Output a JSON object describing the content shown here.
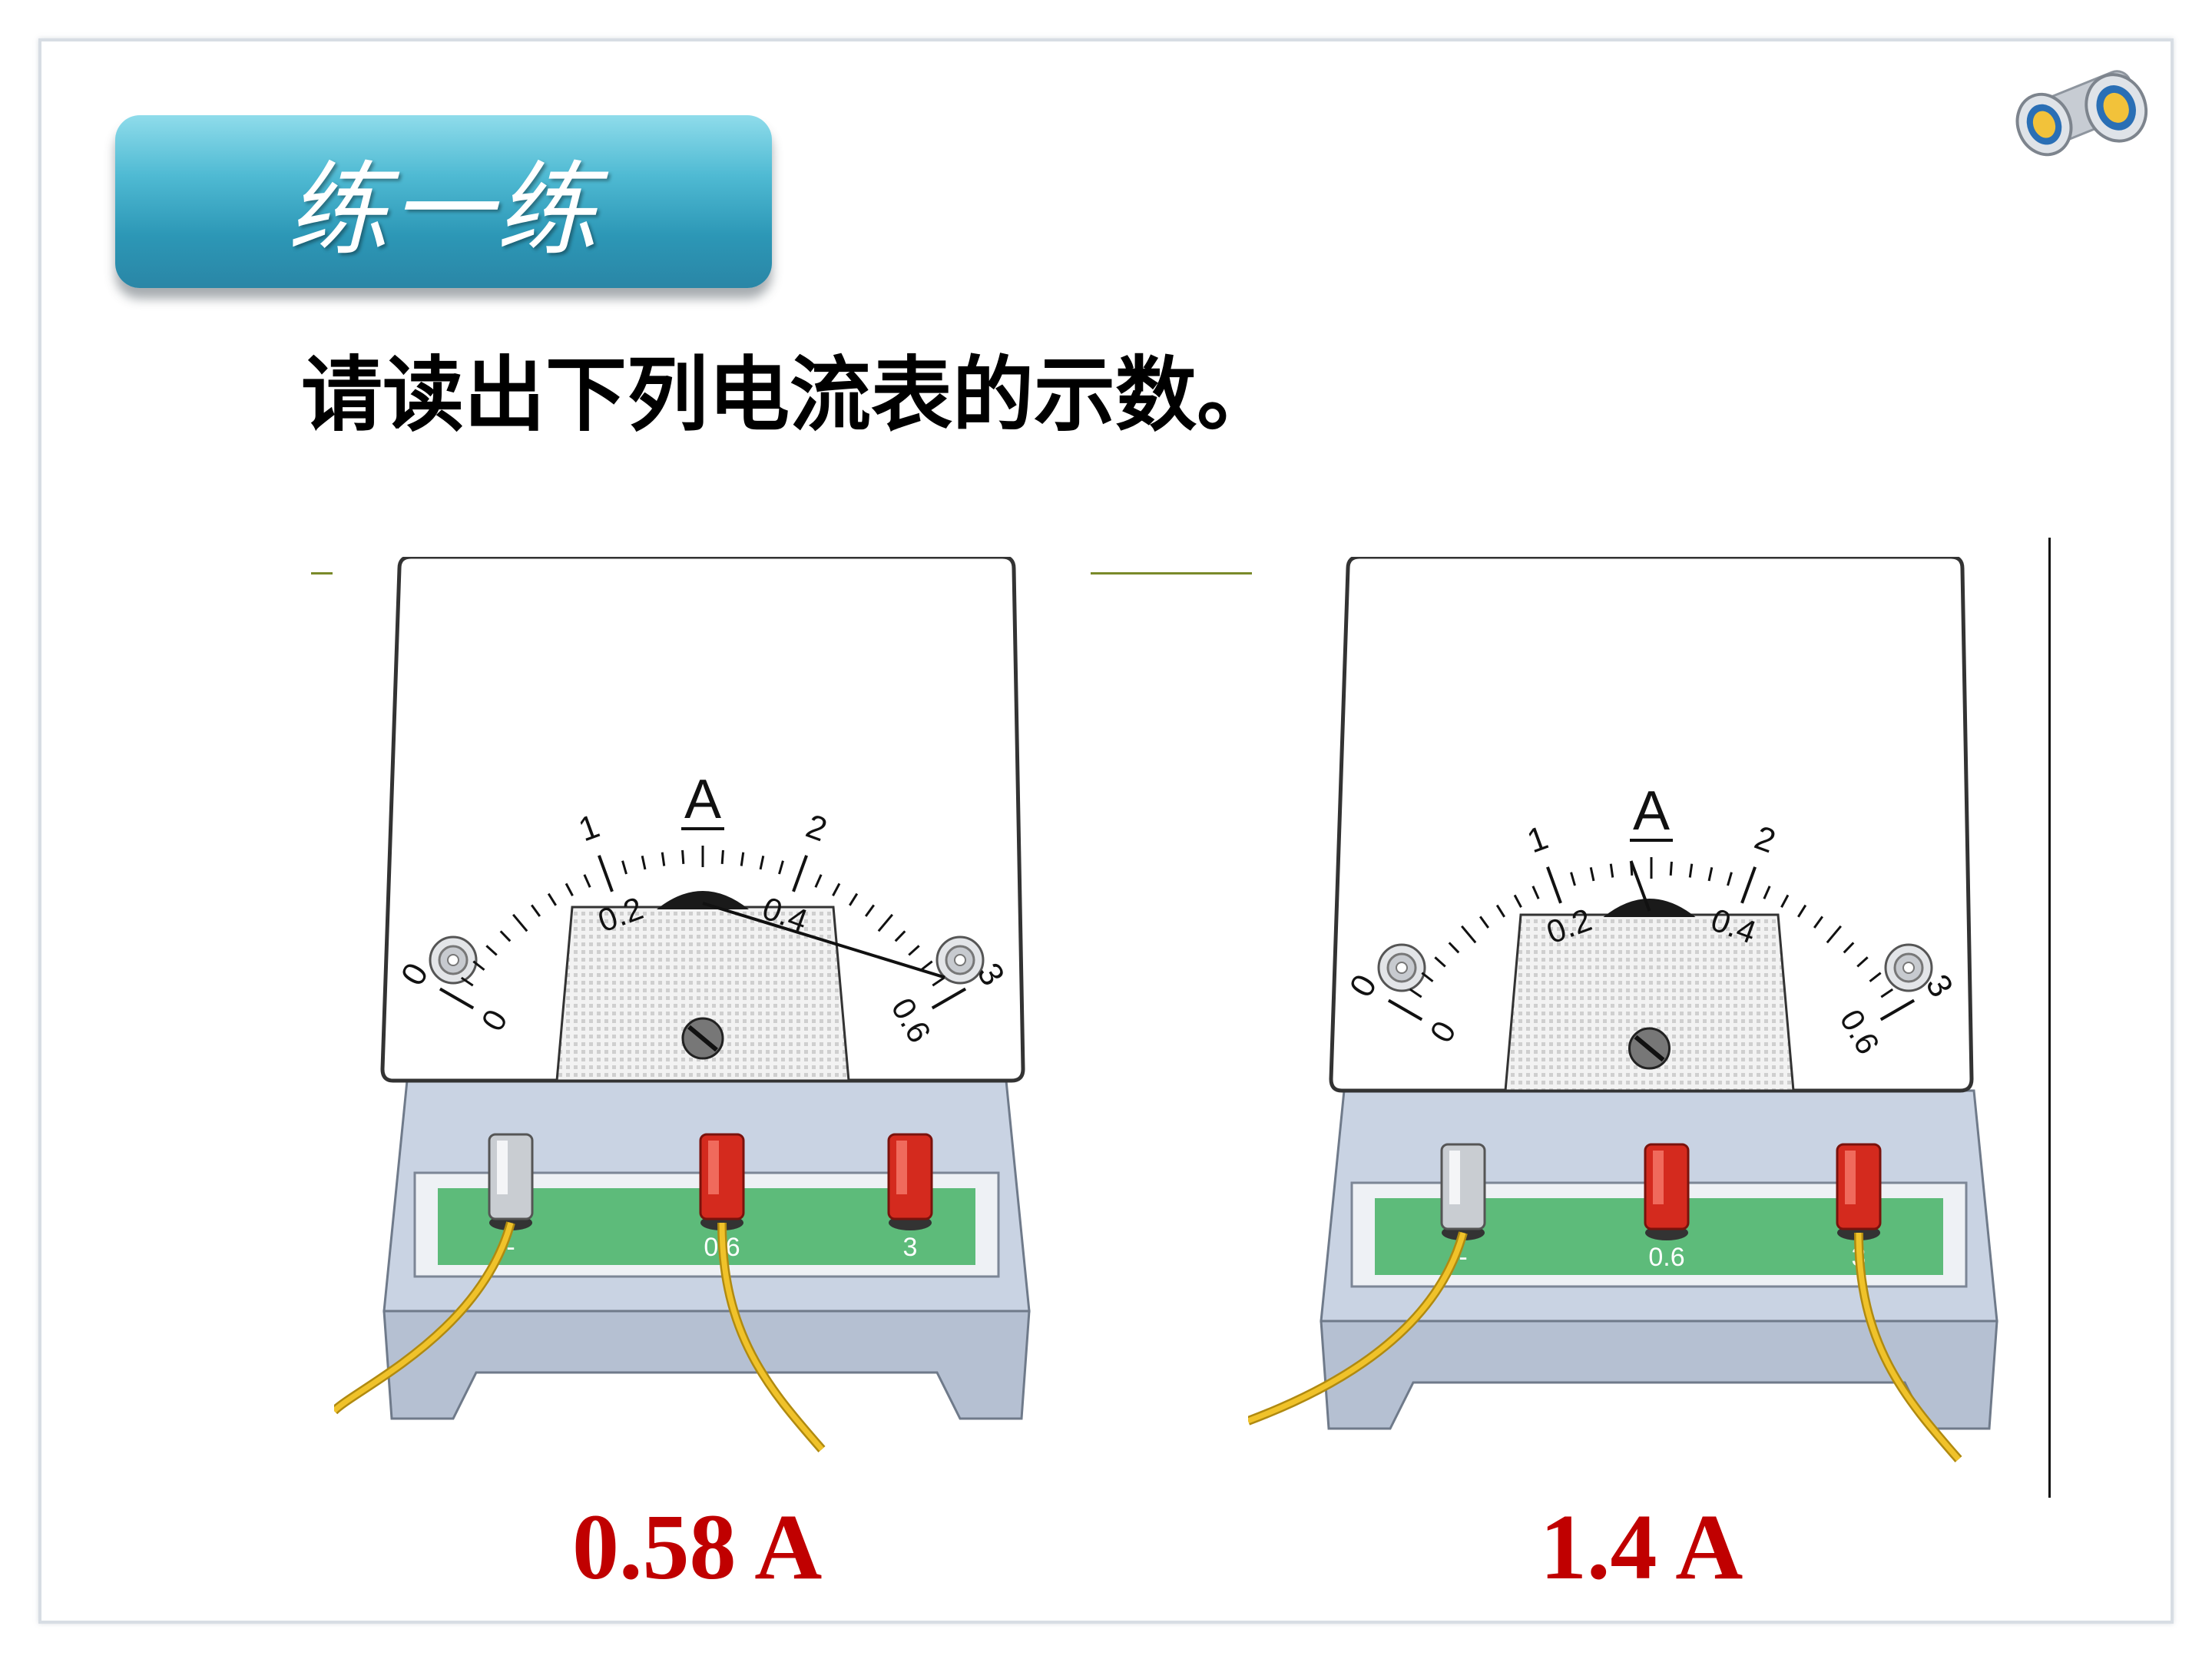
{
  "title": "练一练",
  "question": "请读出下列电流表的示数。",
  "meters": [
    {
      "unit_symbol": "A",
      "top_scale": [
        "0",
        "1",
        "2",
        "3"
      ],
      "bottom_scale": [
        "0",
        "0.2",
        "0.4",
        "0.6"
      ],
      "terminals": [
        "-",
        "0.6",
        "3"
      ],
      "connected_terminal": "0.6",
      "needle_fraction": 0.9667,
      "answer": "0.58 A"
    },
    {
      "unit_symbol": "A",
      "top_scale": [
        "0",
        "1",
        "2",
        "3"
      ],
      "bottom_scale": [
        "0",
        "0.2",
        "0.4",
        "0.6"
      ],
      "terminals": [
        "-",
        "0.6",
        "3"
      ],
      "connected_terminal": "3",
      "needle_fraction": 0.4667,
      "answer": "1.4 A"
    }
  ],
  "colors": {
    "title_tab": "#2c97b6",
    "answer": "#c00000",
    "terminal_red": "#d42a1e",
    "terminal_plate": "#5dbb7a",
    "wire": "#f0c22a",
    "base": "#c9d3e3"
  },
  "icons": [
    "binoculars-icon"
  ]
}
